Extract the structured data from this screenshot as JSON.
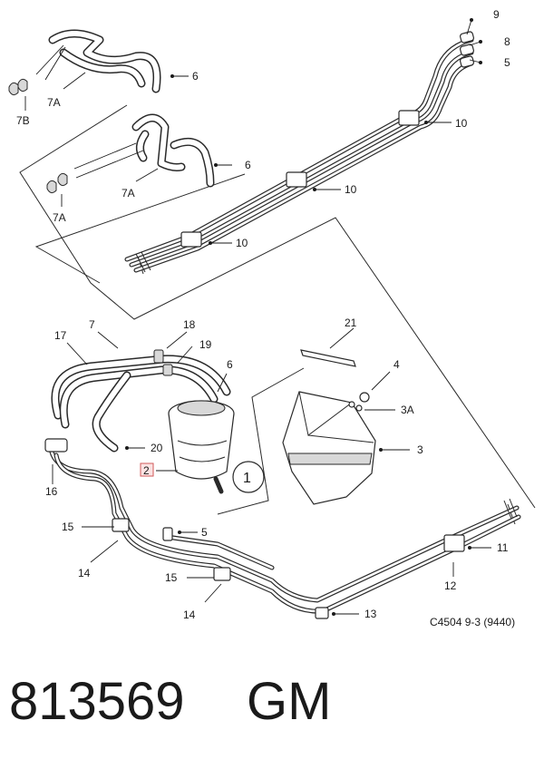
{
  "diagram": {
    "reference_code": "C4504 9-3 (9440)",
    "callouts": {
      "c9": "9",
      "c8": "8",
      "c5_top": "5",
      "c10_a": "10",
      "c10_b": "10",
      "c10_c": "10",
      "c6_a": "6",
      "c6_b": "6",
      "c7a_a": "7A",
      "c7b": "7B",
      "c7a_b": "7A",
      "c7a_c": "7A",
      "c17": "17",
      "c7": "7",
      "c18": "18",
      "c19": "19",
      "c6_c": "6",
      "c20": "20",
      "c2": "2",
      "c1": "1",
      "c16": "16",
      "c21": "21",
      "c4": "4",
      "c3a": "3A",
      "c3": "3",
      "c15_a": "15",
      "c5_b": "5",
      "c14_a": "14",
      "c15_b": "15",
      "c14_b": "14",
      "c13": "13",
      "c11": "11",
      "c12": "12"
    }
  },
  "footer": {
    "part_number": "813569",
    "brand": "GM"
  }
}
